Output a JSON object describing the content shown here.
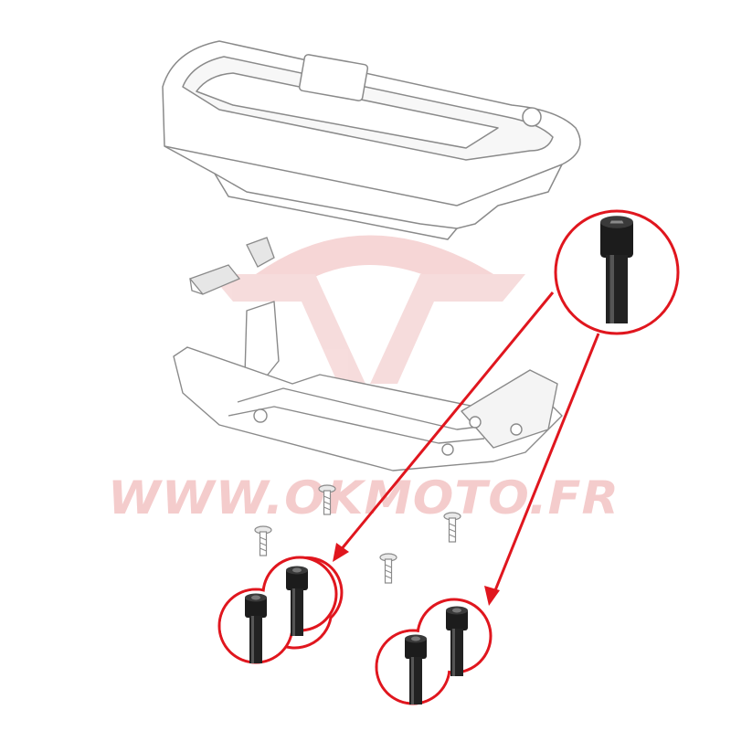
{
  "watermark": {
    "text": "WWW.OKMOTO.FR",
    "color": "#f3c4c4",
    "logo_color": "#f6d2d2"
  },
  "colors": {
    "callout_red": "#e0161e",
    "line_art": "#8a8a8a",
    "screw_dark": "#1c1c1c",
    "screw_light": "#9a9a9a"
  },
  "parts": {
    "upper_housing": "battery-cover-housing",
    "mounting_plate": "mounting-plate",
    "pads": "rubber-pads",
    "callout_screw": "allen-bolt-detail"
  }
}
